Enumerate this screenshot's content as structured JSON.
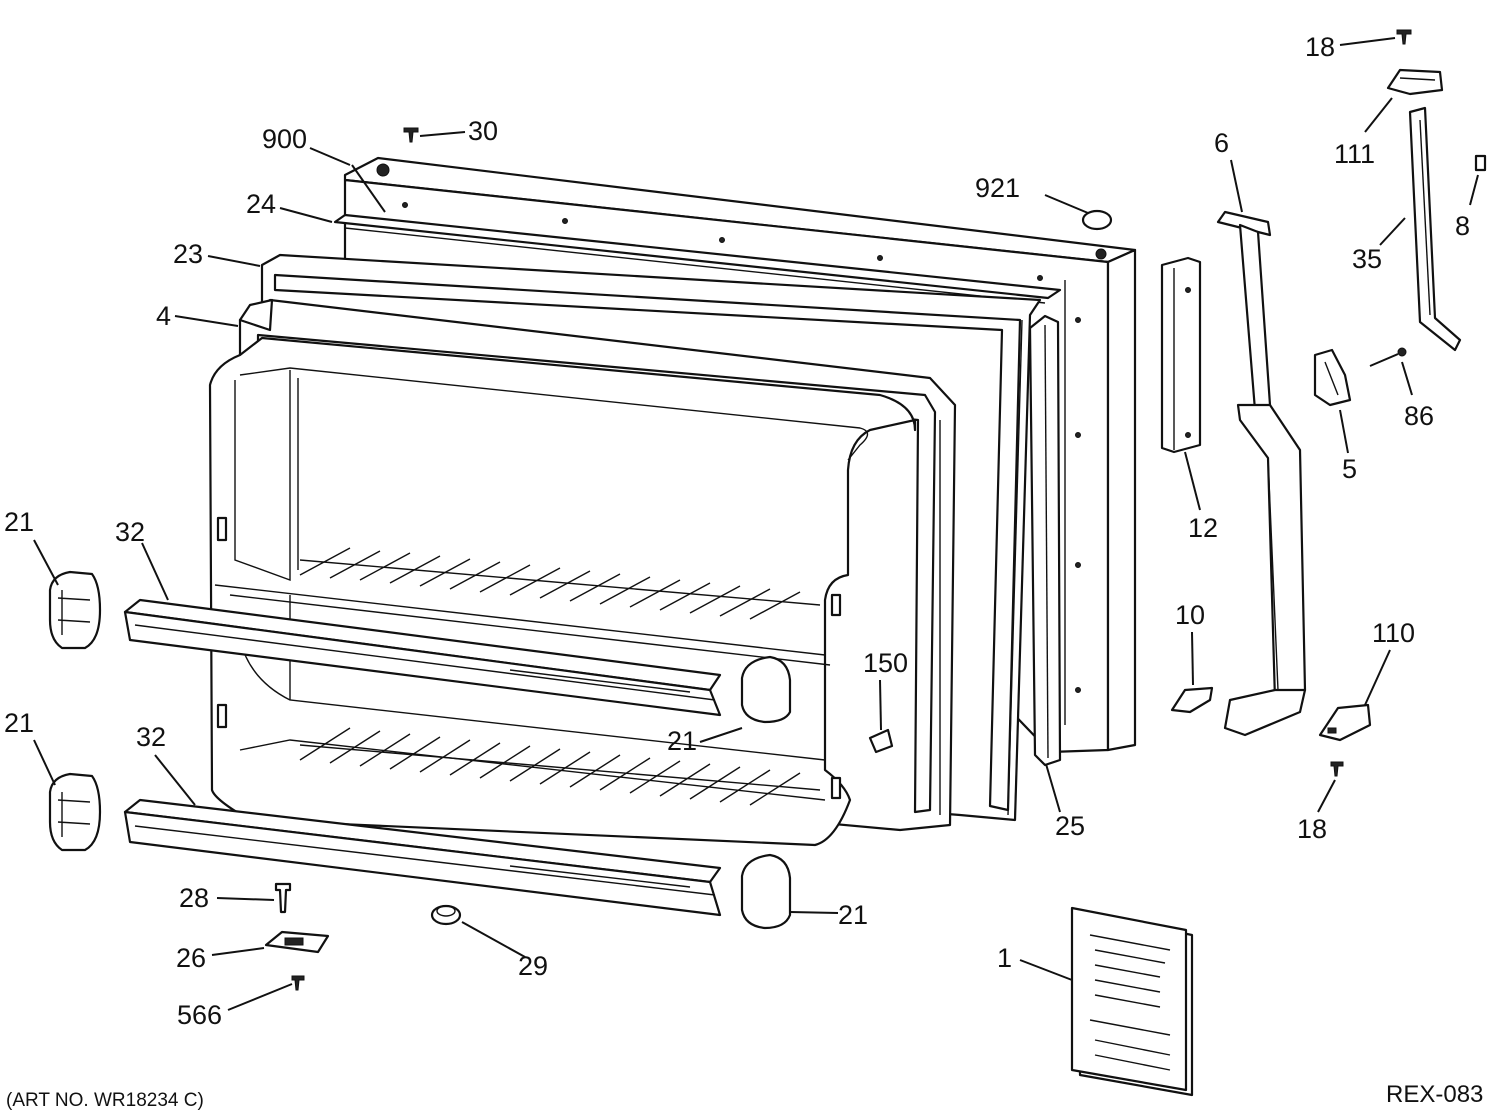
{
  "labels": {
    "l18a": "18",
    "l111": "111",
    "l6": "6",
    "l8": "8",
    "l35": "35",
    "l86": "86",
    "l5": "5",
    "l12": "12",
    "l900": "900",
    "l30": "30",
    "l921": "921",
    "l24": "24",
    "l23": "23",
    "l4": "4",
    "l21a": "21",
    "l32a": "32",
    "l21b": "21",
    "l32b": "32",
    "l150": "150",
    "l21c": "21",
    "l10": "10",
    "l110": "110",
    "l25": "25",
    "l18b": "18",
    "l28": "28",
    "l26": "26",
    "l29": "29",
    "l21d": "21",
    "l566": "566",
    "l1": "1"
  },
  "footer": {
    "art_no": "(ART NO. WR18234 C)",
    "ref": "REX-083"
  }
}
